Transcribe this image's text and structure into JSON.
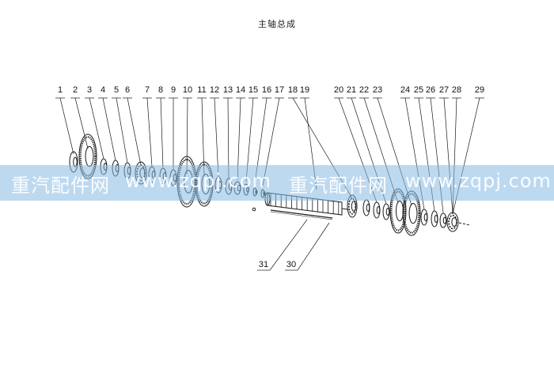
{
  "title": "主轴总成",
  "callouts": [
    "1",
    "2",
    "3",
    "4",
    "5",
    "6",
    "7",
    "8",
    "9",
    "10",
    "11",
    "12",
    "13",
    "14",
    "15",
    "16",
    "17",
    "18",
    "19",
    "20",
    "21",
    "22",
    "23",
    "24",
    "25",
    "26",
    "27",
    "28",
    "29",
    "30",
    "31"
  ],
  "watermark": [
    "重汽配件网",
    "www.zqpj.com",
    "重汽配件网",
    "www.zqpj.com"
  ],
  "colors": {
    "line": "#1a1a1a",
    "watermark_band": "#87b9e1"
  }
}
